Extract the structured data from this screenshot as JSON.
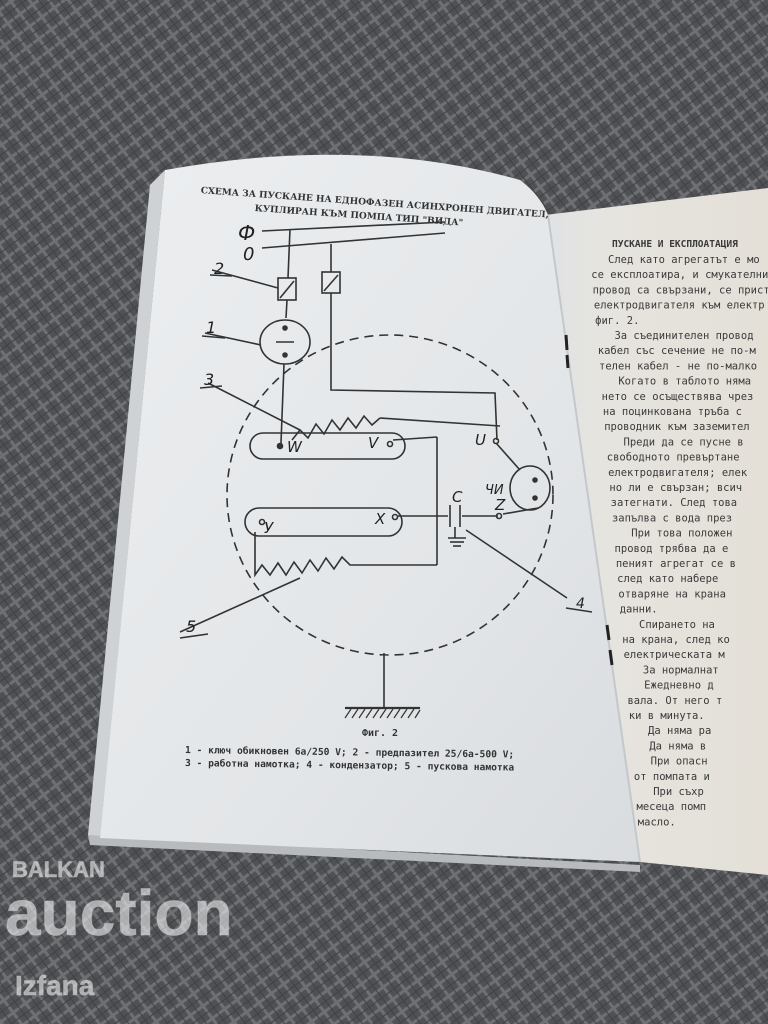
{
  "left_page": {
    "title_line1": "СХЕМА ЗА ПУСКАНЕ НА ЕДНОФАЗЕН АСИНХРОНЕН ДВИГАТЕЛ,",
    "title_line2": "КУПЛИРАН КЪМ ПОМПА ТИП \"ВИДА\"",
    "diagram_labels": {
      "phase": "Ф",
      "neutral": "0",
      "n1": "1",
      "n2": "2",
      "n3": "3",
      "n4": "4",
      "n5": "5",
      "W": "W",
      "V": "V",
      "U": "U",
      "Y": "У",
      "X": "X",
      "Z": "Z",
      "C": "C",
      "meter": "ЧИ"
    },
    "figure_caption": "Фиг. 2",
    "legend_line1": "1 - ключ обикновен 6а/250 V; 2 - предпазител 25/6а-500 V;",
    "legend_line2": "3 - работна намотка; 4 - кондензатор; 5 - пускова намотка"
  },
  "right_page": {
    "heading": "ПУСКАНЕ И ЕКСПЛОАТАЦИЯ",
    "lines": [
      "След като агрегатът е мо",
      "се експлоатира, и смукателни",
      "провод са свързани, се прист",
      "електродвигателя към електр",
      "фиг. 2.",
      "За съединителен провод",
      "кабел със сечение не по-м",
      "телен кабел - не по-малко",
      "Когато в таблото няма",
      "нето се осъществява чрез",
      "на поцинкована тръба с",
      "проводник към заземител",
      "Преди да се пусне в",
      "свободното превъртане",
      "електродвигателя; елек",
      "но ли е свързан; всич",
      "затегнати. След това",
      "запълва с вода през",
      "При това положен",
      "провод трябва да е",
      "пеният агрегат се в",
      "след като набере",
      "отваряне на крана",
      "данни.",
      "Спирането на",
      "на крана, след ко",
      "електрическата м",
      "За нормалнат",
      "Ежедневно д",
      "вала. От него т",
      "ки в минута.",
      "Да няма ра",
      "Да няма в",
      "При опасн",
      "от помпата и",
      "При съхр",
      "месеца помп",
      "масло."
    ]
  },
  "watermark": {
    "line1": "BALKAN",
    "line2": "auction",
    "line3": "Izfana"
  }
}
